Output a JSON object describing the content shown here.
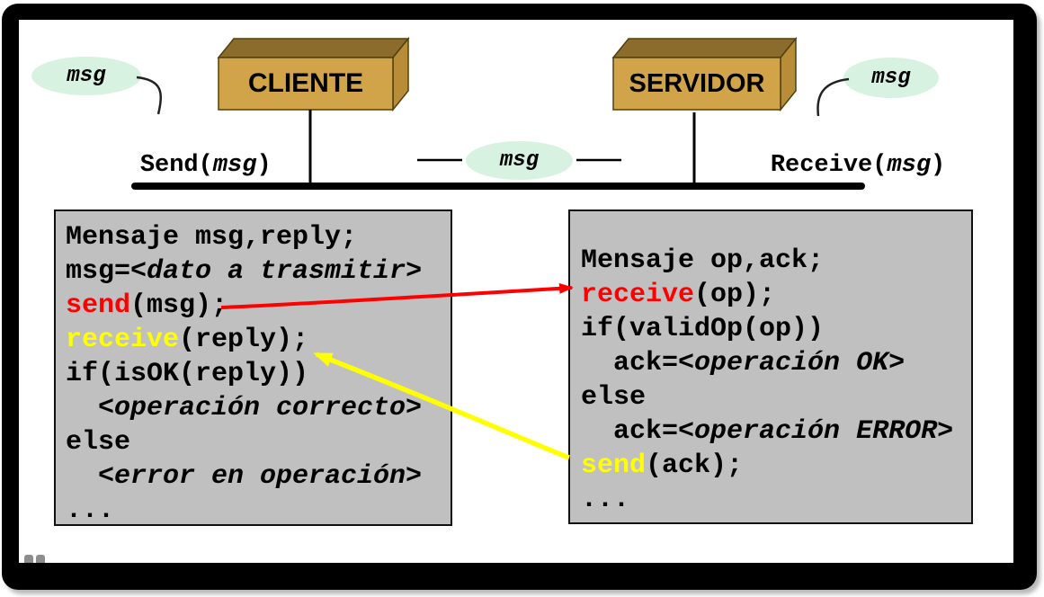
{
  "colors": {
    "red": "#ff0000",
    "yellow": "#ffff00",
    "mint": "#d8f2e2",
    "cube_front": "#d2a44a",
    "cube_top": "#8c6c2c",
    "cube_side": "#b98c38",
    "code_bg": "#c0c0c0",
    "frame": "#000000"
  },
  "topology": {
    "client_label": "CLIENTE",
    "server_label": "SERVIDOR",
    "msg_left": "msg",
    "msg_middle": "msg",
    "msg_right": "msg",
    "send_call": {
      "open": "Send(",
      "arg": "msg",
      "close": ")"
    },
    "receive_call": {
      "open": "Receive(",
      "arg": "msg",
      "close": ")"
    }
  },
  "client_code": {
    "l1": "Mensaje msg,reply;",
    "l2a": "msg=",
    "l2b": "<dato a trasmitir>",
    "l3kw": "send",
    "l3rest": "(msg);",
    "l4kw": "receive",
    "l4rest": "(reply);",
    "l5": "if(isOK(reply))",
    "l6": "  <operación correcto>",
    "l7": "else",
    "l8": "  <error en operación>",
    "l9": "..."
  },
  "server_code": {
    "l1": "Mensaje op,ack;",
    "l2kw": "receive",
    "l2rest": "(op);",
    "l3": "if(validOp(op))",
    "l4a": "  ack=",
    "l4b": "<operación OK>",
    "l5": "else",
    "l6a": "  ack=",
    "l6b": "<operación ERROR>",
    "l7kw": "send",
    "l7rest": "(ack);",
    "l8": "..."
  }
}
